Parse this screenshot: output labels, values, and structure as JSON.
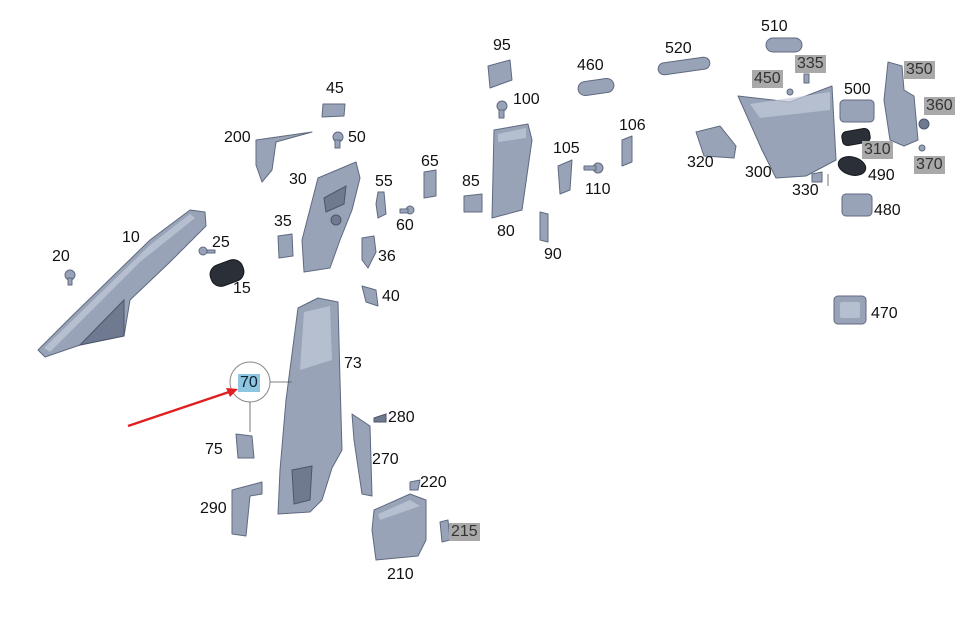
{
  "colors": {
    "part": "#98a3b7",
    "highlight_grey": "#a9a9a9",
    "highlight_selected": "#8ec5e0",
    "arrow": "#e02020"
  },
  "labels": {
    "l10": "10",
    "l15": "15",
    "l20": "20",
    "l25": "25",
    "l30": "30",
    "l35": "35",
    "l36": "36",
    "l40": "40",
    "l45": "45",
    "l50": "50",
    "l55": "55",
    "l60": "60",
    "l65": "65",
    "l70": "70",
    "l73": "73",
    "l75": "75",
    "l80": "80",
    "l85": "85",
    "l90": "90",
    "l95": "95",
    "l100": "100",
    "l105": "105",
    "l106": "106",
    "l110": "110",
    "l200": "200",
    "l210": "210",
    "l215": "215",
    "l220": "220",
    "l270": "270",
    "l280": "280",
    "l290": "290",
    "l300": "300",
    "l310": "310",
    "l320": "320",
    "l330": "330",
    "l335": "335",
    "l350": "350",
    "l360": "360",
    "l370": "370",
    "l450": "450",
    "l460": "460",
    "l470": "470",
    "l480": "480",
    "l490": "490",
    "l500": "500",
    "l510": "510",
    "l520": "520"
  }
}
